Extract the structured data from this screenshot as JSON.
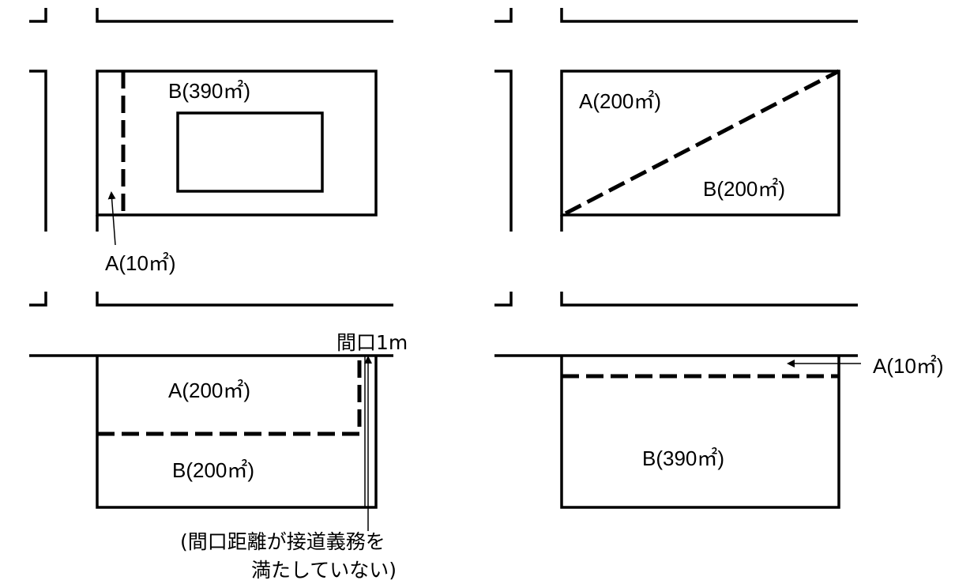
{
  "diagrams": {
    "top_left": {
      "label_b": "B(390㎡)",
      "label_a": "A(10㎡)"
    },
    "top_right": {
      "label_a": "A(200㎡)",
      "label_b": "B(200㎡)"
    },
    "bottom_left": {
      "label_a": "A(200㎡)",
      "label_b": "B(200㎡)",
      "frontage_label": "間口1m",
      "note_line1": "(間口距離が接道義務を",
      "note_line2": "満たしていない)"
    },
    "bottom_right": {
      "label_a": "A(10㎡)",
      "label_b": "B(390㎡)"
    }
  }
}
